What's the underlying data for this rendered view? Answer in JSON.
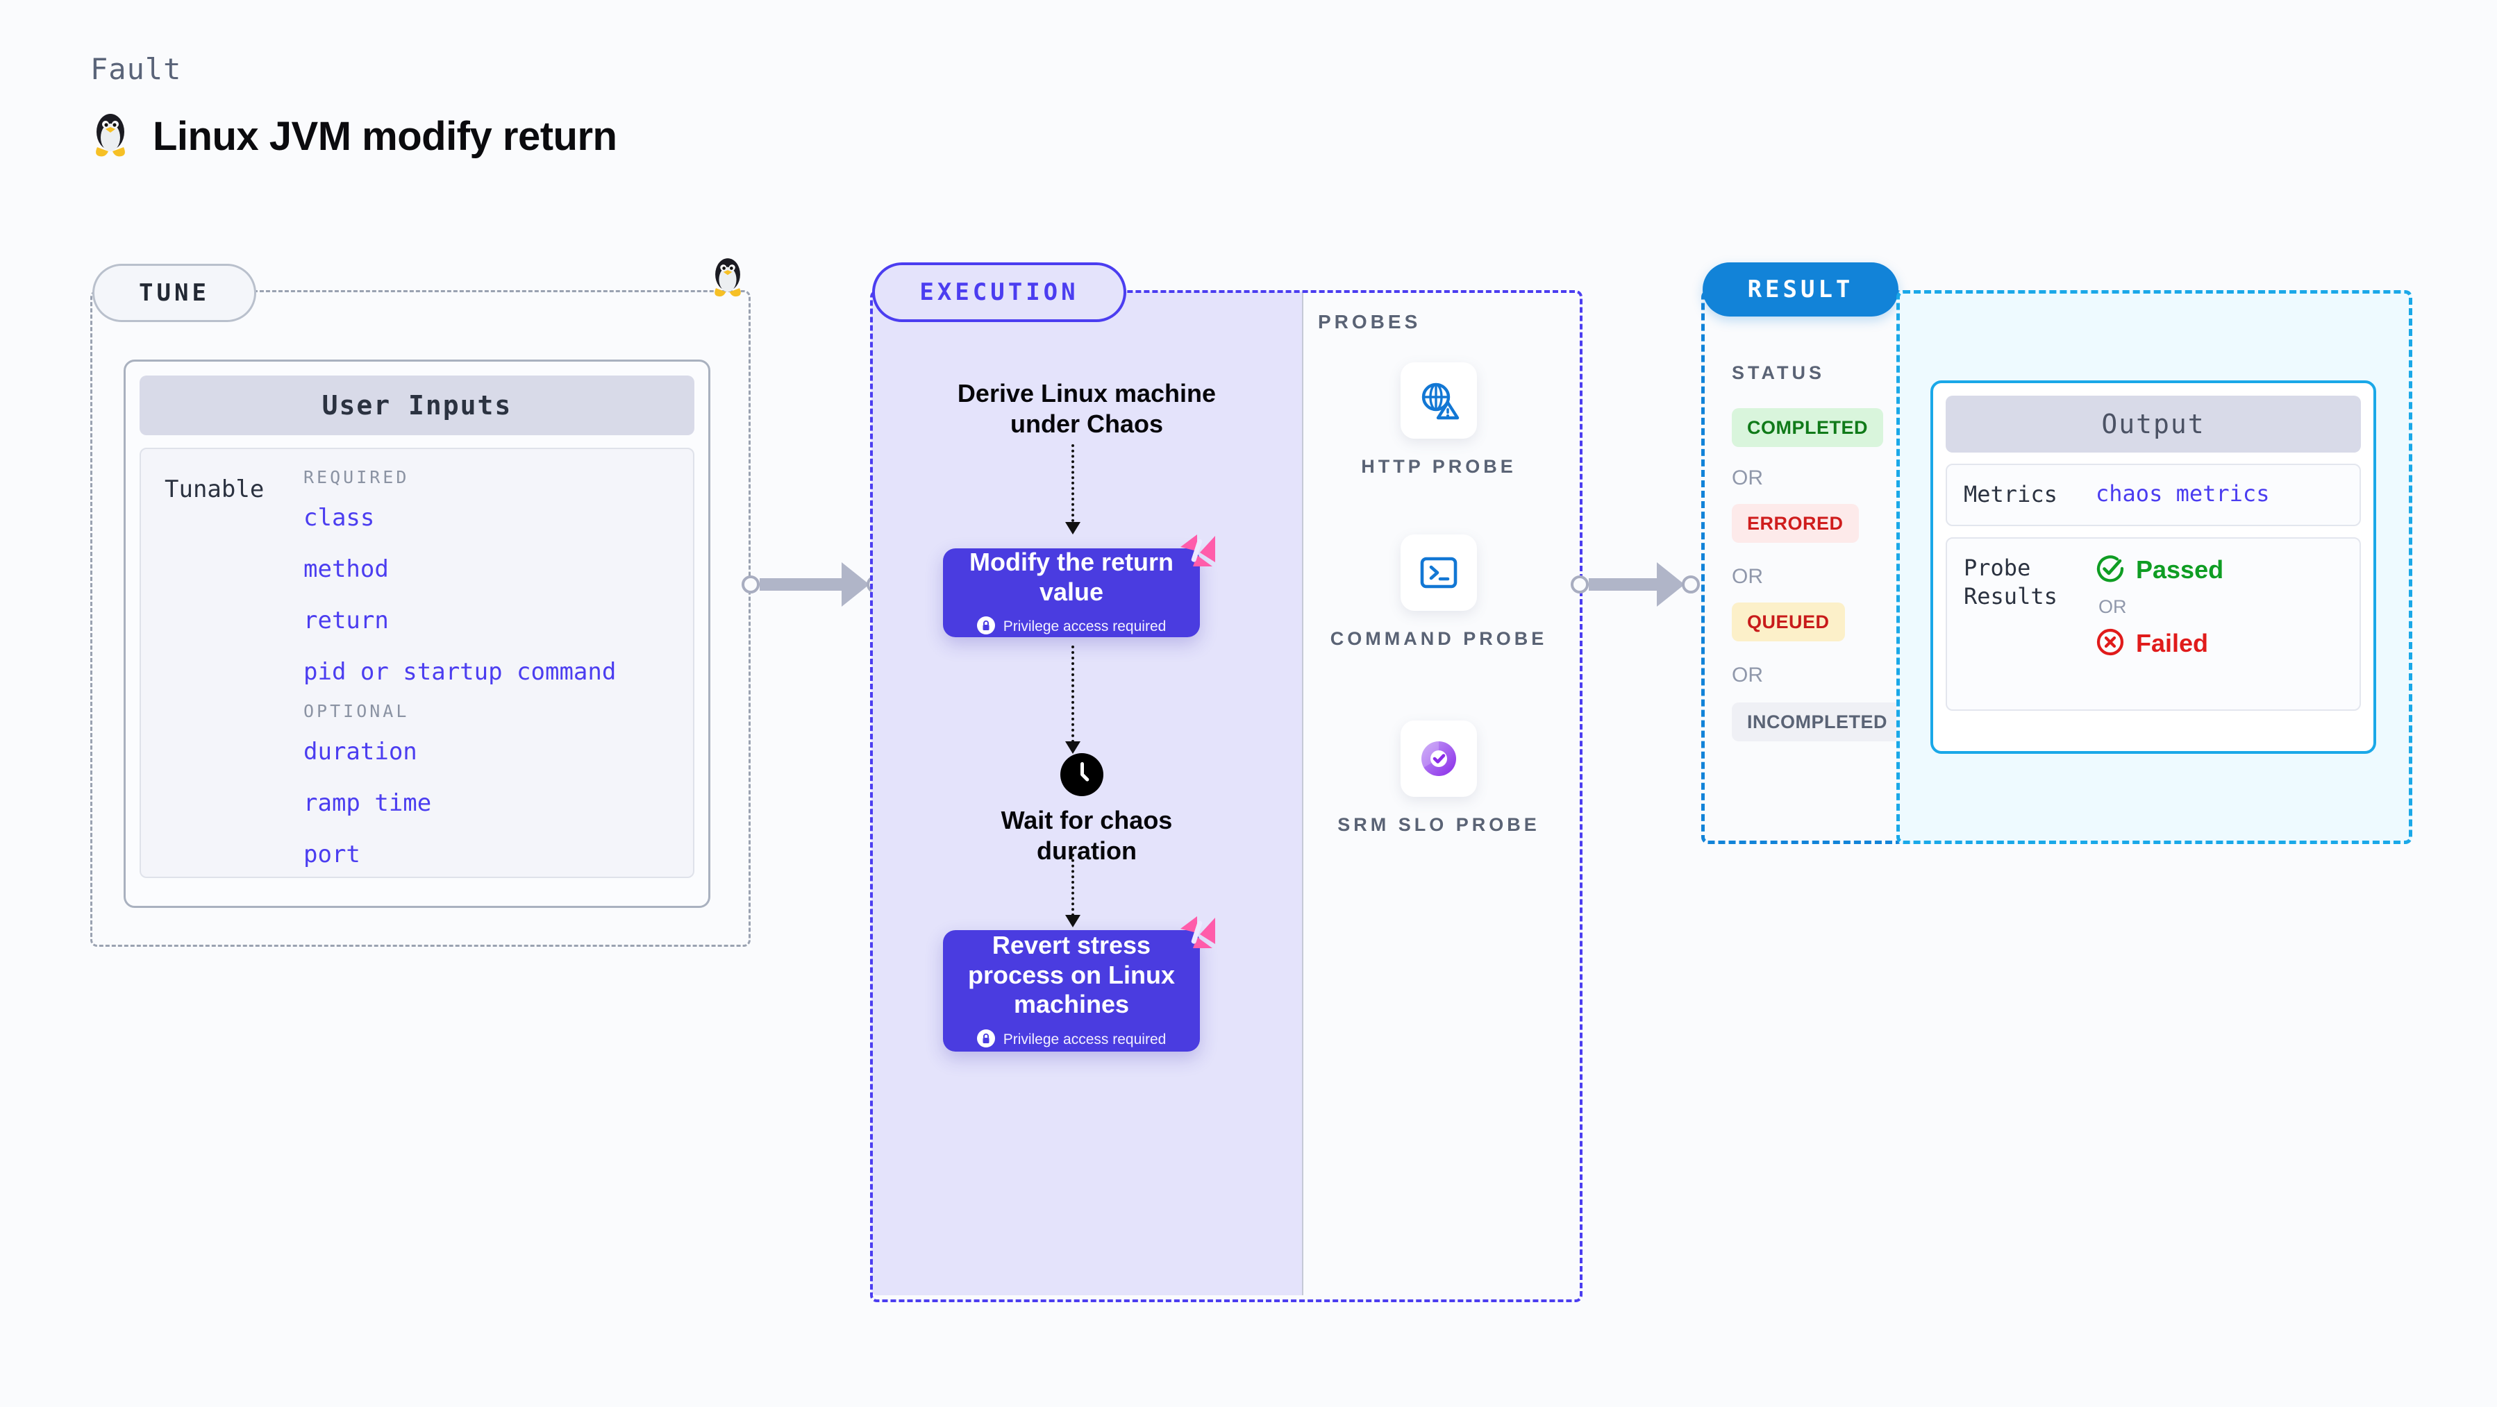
{
  "header": {
    "eyebrow": "Fault",
    "title": "Linux JVM modify return",
    "icon": "linux-penguin-icon"
  },
  "tune": {
    "pill_label": "TUNE",
    "card_header": "User Inputs",
    "row_label": "Tunable",
    "groups": [
      {
        "label": "REQUIRED",
        "items": [
          "class",
          "method",
          "return",
          "pid or startup command"
        ]
      },
      {
        "label": "OPTIONAL",
        "items": [
          "duration",
          "ramp time",
          "port"
        ]
      }
    ]
  },
  "execution": {
    "pill_label": "EXECUTION",
    "steps": [
      {
        "type": "label",
        "text": "Derive Linux machine under Chaos"
      },
      {
        "type": "action",
        "title": "Modify the return value",
        "note": "Privilege access required",
        "icon": "lock-icon",
        "badge": "harness-logo-icon"
      },
      {
        "type": "label",
        "icon": "clock-icon",
        "text": "Wait for chaos duration"
      },
      {
        "type": "action",
        "title": "Revert stress process on Linux machines",
        "note": "Privilege access required",
        "icon": "lock-icon",
        "badge": "harness-logo-icon"
      }
    ]
  },
  "probes": {
    "section_label": "PROBES",
    "items": [
      {
        "name": "HTTP PROBE",
        "icon": "globe-warning-icon"
      },
      {
        "name": "COMMAND PROBE",
        "icon": "terminal-icon"
      },
      {
        "name": "SRM SLO PROBE",
        "icon": "slo-donut-check-icon"
      }
    ]
  },
  "result": {
    "pill_label": "RESULT",
    "status_label": "STATUS",
    "or_label": "OR",
    "statuses": [
      {
        "label": "COMPLETED",
        "bg": "#d9f5dc",
        "fg": "#107a19"
      },
      {
        "label": "ERRORED",
        "bg": "#fdeaea",
        "fg": "#cf1d1d"
      },
      {
        "label": "QUEUED",
        "bg": "#fcf0c9",
        "fg": "#c81b1b"
      },
      {
        "label": "INCOMPLETED",
        "bg": "#eff0f5",
        "fg": "#5a6375"
      }
    ]
  },
  "output": {
    "card_header": "Output",
    "rows": [
      {
        "key": "Metrics",
        "value": "chaos metrics"
      },
      {
        "key": "Probe Results",
        "pass": "Passed",
        "or": "OR",
        "fail": "Failed"
      }
    ]
  },
  "colors": {
    "tune_border": "#9aa2b1",
    "execution_accent": "#4b3df0",
    "execution_fill": "#e4e3fb",
    "result_accent": "#1283d8",
    "output_accent": "#1aa8e8",
    "action_card": "#4a3ce0",
    "harness_pink": "#ff5caa",
    "link_blue": "#4b3df0"
  }
}
